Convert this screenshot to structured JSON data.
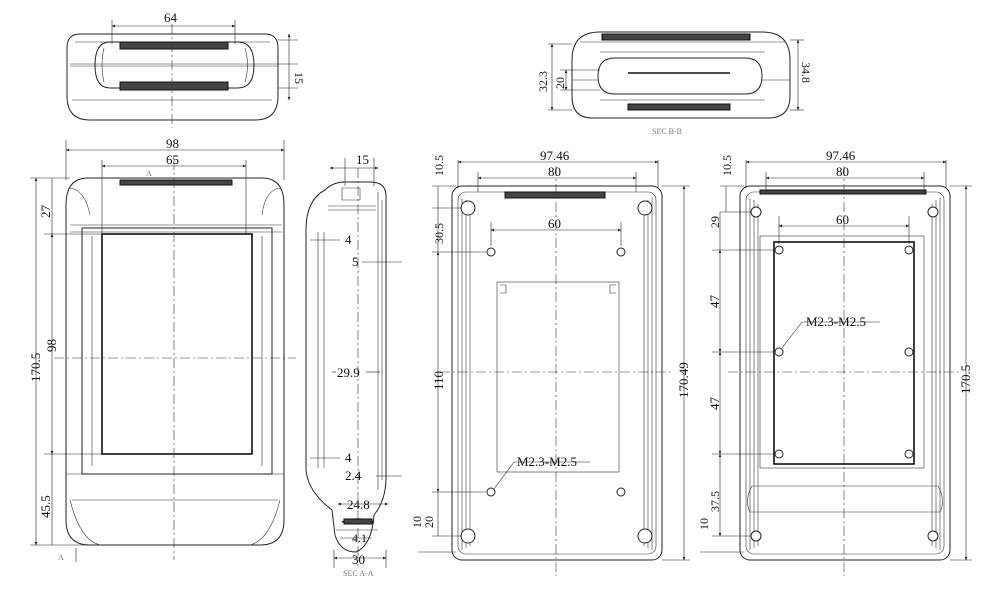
{
  "dimensions": {
    "top_view": {
      "width": "64",
      "height": "15"
    },
    "end_view": {
      "overall_height": "32.3",
      "inner_height": "20",
      "right_height": "34.8",
      "section_label": "SEC B-B"
    },
    "front_view": {
      "width": "98",
      "window_width": "65",
      "height": "170.5",
      "window_height": "98",
      "top_offset": "27",
      "bottom_offset": "45.5",
      "section_marker_left": "A",
      "section_marker_bottom": "A"
    },
    "side_view": {
      "top_width": "15",
      "wall_top": "4",
      "gap": "5",
      "thickness": "29.9",
      "wall_bottom": "4",
      "step": "2.4",
      "base_inner": "24.8",
      "base_small": "4.1",
      "base_width": "30",
      "section_label": "SEC A-A"
    },
    "inner_view_1": {
      "overall_width": "97.46",
      "inner_width": "80",
      "top_offset": "10.5",
      "hole_offset": "30.5",
      "hole_spacing_x": "60",
      "hole_spacing_y": "110",
      "height": "170.49",
      "bottom_offset": "20",
      "corner_offset": "10",
      "screw_label": "M2.3-M2.5"
    },
    "inner_view_2": {
      "overall_width": "97.46",
      "inner_width": "80",
      "top_offset": "10.5",
      "hole_offset": "29",
      "hole_spacing_x": "60",
      "spacing_1": "47",
      "spacing_2": "47",
      "bottom_offset": "37.5",
      "corner_offset": "10",
      "height": "170.5",
      "screw_label": "M2.3-M2.5"
    }
  }
}
